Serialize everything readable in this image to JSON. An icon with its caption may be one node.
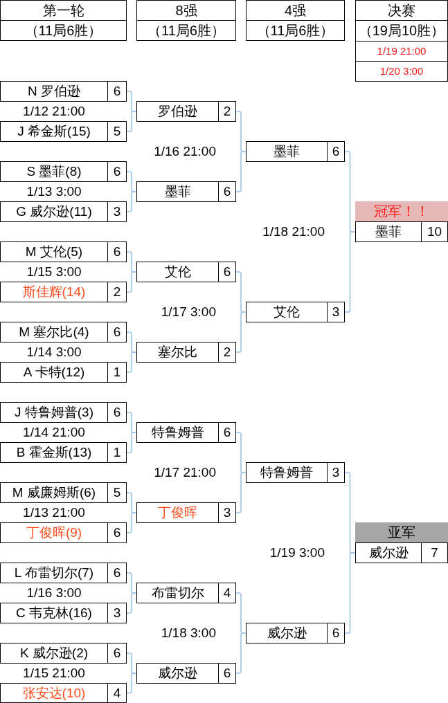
{
  "diagram": {
    "nodes": [
      {
        "text": [
          "第一轮",
          "（11局6胜）"
        ]
      },
      {
        "text": [
          "8强",
          "（11局6胜）"
        ]
      },
      {
        "text": [
          "4强",
          "（11局6胜）"
        ]
      },
      {
        "text": [
          "决赛",
          "（19局10胜）",
          "1/19 21:00",
          "1/20 3:00"
        ]
      },
      {
        "text": [
          "N 罗伯逊",
          "6"
        ]
      },
      {
        "text": [
          "J 希金斯(15)",
          "5"
        ]
      },
      {
        "text": [
          "S 墨菲(8)",
          "6"
        ]
      },
      {
        "text": [
          "G 威尔逊(11)",
          "3"
        ]
      },
      {
        "text": [
          "M 艾伦(5)",
          "6"
        ]
      },
      {
        "text": [
          "斯佳辉(14)",
          "2"
        ]
      },
      {
        "text": [
          "M 塞尔比(4)",
          "6"
        ]
      },
      {
        "text": [
          "A 卡特(12)",
          "1"
        ]
      },
      {
        "text": [
          "J 特鲁姆普(3)",
          "6"
        ]
      },
      {
        "text": [
          "B 霍金斯(13)",
          "1"
        ]
      },
      {
        "text": [
          "M 威廉姆斯(6)",
          "5"
        ]
      },
      {
        "text": [
          "丁俊晖(9)",
          "6"
        ]
      },
      {
        "text": [
          "L 布雷切尔(7)",
          "6"
        ]
      },
      {
        "text": [
          "C 韦克林(16)",
          "3"
        ]
      },
      {
        "text": [
          "K 威尔逊(2)",
          "6"
        ]
      },
      {
        "text": [
          "张安达(10)",
          "4"
        ]
      },
      {
        "text": [
          "罗伯逊",
          "2"
        ]
      },
      {
        "text": [
          "墨菲",
          "6"
        ]
      },
      {
        "text": [
          "艾伦",
          "6"
        ]
      },
      {
        "text": [
          "塞尔比",
          "2"
        ]
      },
      {
        "text": [
          "特鲁姆普",
          "6"
        ]
      },
      {
        "text": [
          "丁俊晖",
          "3"
        ]
      },
      {
        "text": [
          "布雷切尔",
          "4"
        ]
      },
      {
        "text": [
          "威尔逊",
          "6"
        ]
      },
      {
        "text": [
          "墨菲",
          "6"
        ]
      },
      {
        "text": [
          "艾伦",
          "3"
        ]
      },
      {
        "text": [
          "特鲁姆普",
          "3"
        ]
      },
      {
        "text": [
          "威尔逊",
          "6"
        ]
      },
      {
        "text": [
          "冠军！！"
        ]
      },
      {
        "text": [
          "墨菲",
          "10"
        ]
      },
      {
        "text": [
          "亚军"
        ]
      },
      {
        "text": [
          "威尔逊",
          "7"
        ]
      }
    ],
    "edges": [
      {
        "from": 4,
        "to": 20,
        "arrow": "none"
      },
      {
        "from": 5,
        "to": 20,
        "arrow": "none"
      },
      {
        "from": 6,
        "to": 21,
        "arrow": "none"
      },
      {
        "from": 7,
        "to": 21,
        "arrow": "none"
      },
      {
        "from": 8,
        "to": 22,
        "arrow": "none"
      },
      {
        "from": 9,
        "to": 22,
        "arrow": "none"
      },
      {
        "from": 10,
        "to": 23,
        "arrow": "none"
      },
      {
        "from": 11,
        "to": 23,
        "arrow": "none"
      },
      {
        "from": 12,
        "to": 24,
        "arrow": "none"
      },
      {
        "from": 13,
        "to": 24,
        "arrow": "none"
      },
      {
        "from": 14,
        "to": 25,
        "arrow": "none"
      },
      {
        "from": 15,
        "to": 25,
        "arrow": "none"
      },
      {
        "from": 16,
        "to": 26,
        "arrow": "none"
      },
      {
        "from": 17,
        "to": 26,
        "arrow": "none"
      },
      {
        "from": 18,
        "to": 27,
        "arrow": "none"
      },
      {
        "from": 19,
        "to": 27,
        "arrow": "none"
      },
      {
        "from": 20,
        "to": 28,
        "arrow": "none"
      },
      {
        "from": 21,
        "to": 28,
        "arrow": "none"
      },
      {
        "from": 22,
        "to": 29,
        "arrow": "none"
      },
      {
        "from": 23,
        "to": 29,
        "arrow": "none"
      },
      {
        "from": 24,
        "to": 30,
        "arrow": "none"
      },
      {
        "from": 25,
        "to": 30,
        "arrow": "none"
      },
      {
        "from": 26,
        "to": 31,
        "arrow": "none"
      },
      {
        "from": 27,
        "to": 31,
        "arrow": "none"
      },
      {
        "from": 28,
        "to": 33,
        "arrow": "none"
      },
      {
        "from": 29,
        "to": 33,
        "arrow": "none"
      },
      {
        "from": 30,
        "to": 35,
        "arrow": "none"
      },
      {
        "from": 31,
        "to": 35,
        "arrow": "none"
      }
    ],
    "labels": [
      "1/12 21:00",
      "1/13 3:00",
      "1/15 3:00",
      "1/14 3:00",
      "1/14 21:00",
      "1/13 21:00",
      "1/16 3:00",
      "1/15 21:00",
      "1/16 21:00",
      "1/17 3:00",
      "1/17 21:00",
      "1/18 3:00",
      "1/18 21:00",
      "1/19 3:00"
    ]
  }
}
